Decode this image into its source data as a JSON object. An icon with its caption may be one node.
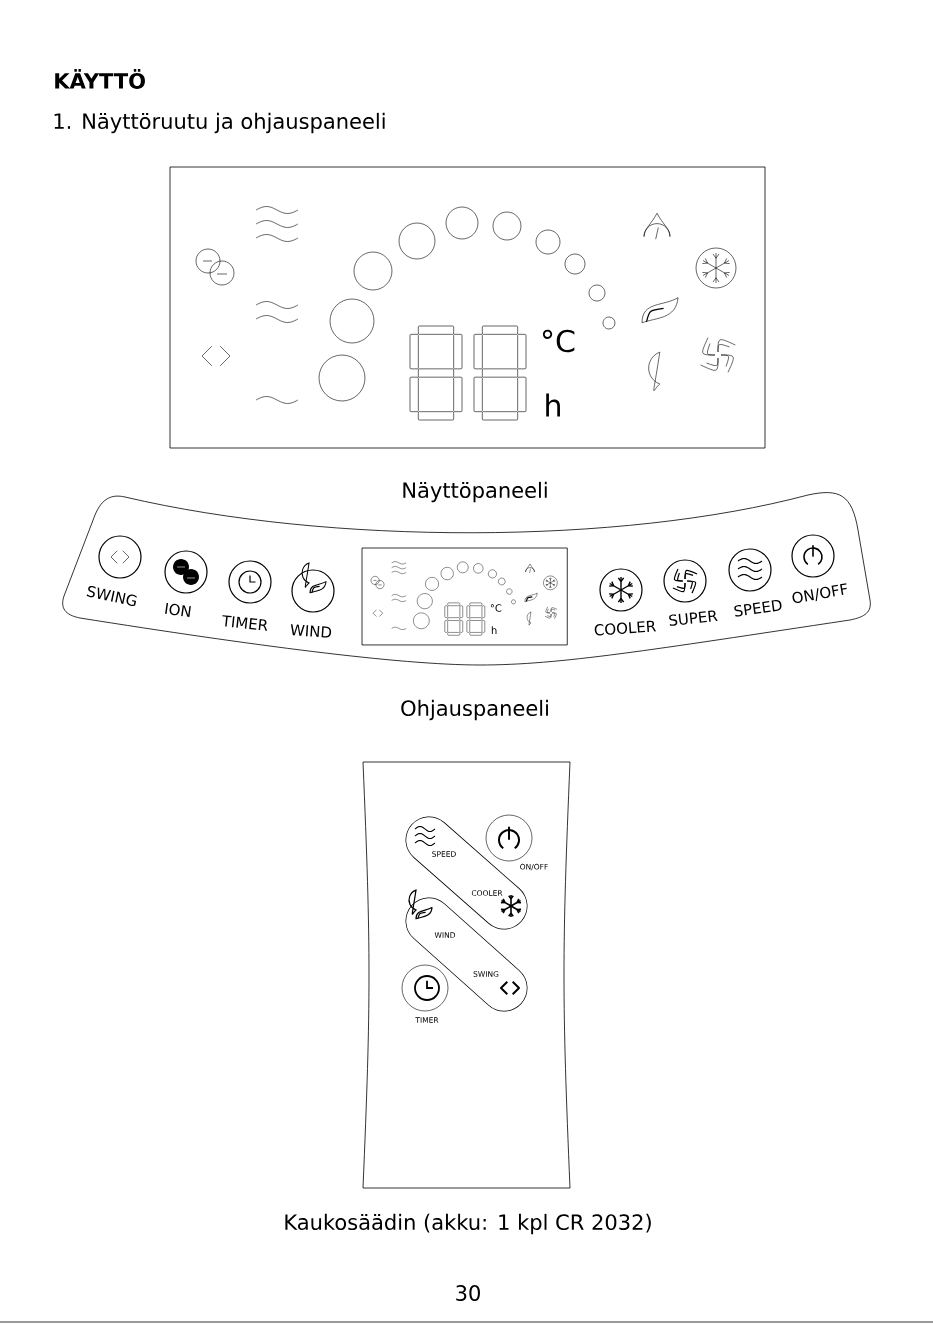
{
  "diagram": {
    "title": "KÄYTTÖ",
    "labels": [
      "1. Näyttöruutu ja ohjauspaneeli",
      "°C",
      "h",
      "Näyttöpaneeli",
      "SWING",
      "ION",
      "TIMER",
      "WIND",
      "°C",
      "h",
      "COOLER",
      "SUPER",
      "SPEED",
      "ON/OFF",
      "Ohjauspaneeli",
      "SPEED",
      "ON/OFF",
      "COOLER",
      "WIND",
      "SWING",
      "TIMER",
      "Kaukosäädin (akku: 1 kpl CR 2032)",
      "30"
    ]
  }
}
